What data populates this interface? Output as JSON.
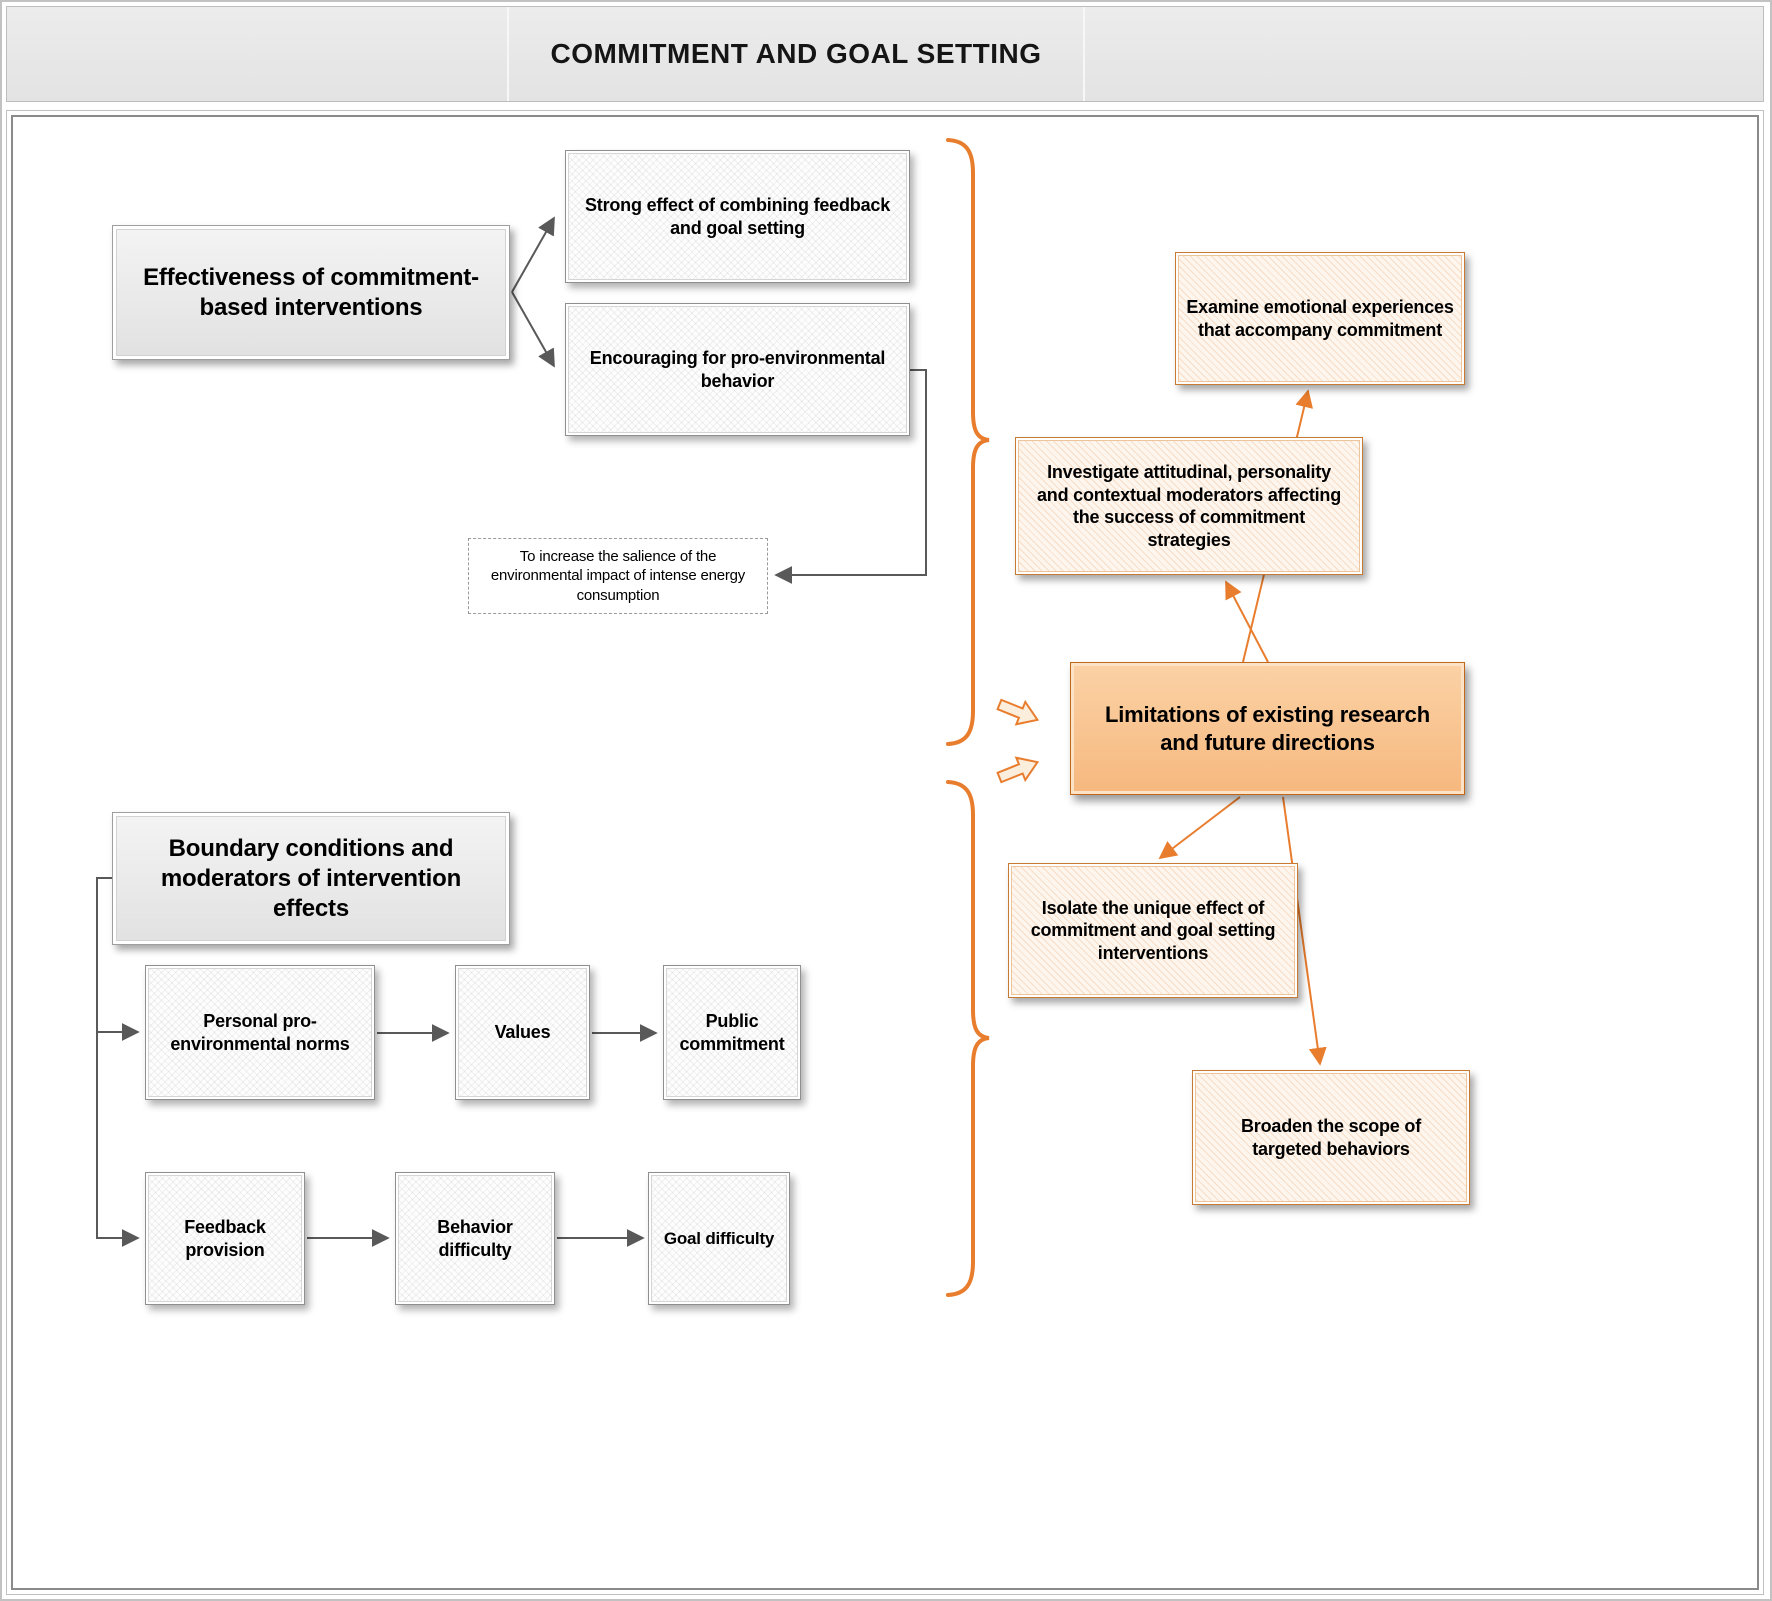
{
  "header": {
    "title": "COMMITMENT AND GOAL SETTING"
  },
  "colors": {
    "accent_orange": "#E87D2E",
    "orange_box_fill": "#F6B87E",
    "connector_gray": "#595959",
    "gray_box_fill": "#E7E7E7"
  },
  "nodes": {
    "effectiveness": {
      "label": "Effectiveness of commitment-\nbased interventions"
    },
    "strong_effect": {
      "label": "Strong effect of combining feedback\nand goal setting"
    },
    "encouraging": {
      "label": "Encouraging for pro-environmental\nbehavior"
    },
    "salience_note": {
      "label": "To increase the salience of the\nenvironmental impact of intense energy\nconsumption"
    },
    "boundary": {
      "label": "Boundary conditions and\nmoderators of intervention\neffects"
    },
    "personal_norms": {
      "label": "Personal pro-\nenvironmental norms"
    },
    "values": {
      "label": "Values"
    },
    "public_commitment": {
      "label": "Public\ncommitment"
    },
    "feedback_provision": {
      "label": "Feedback\nprovision"
    },
    "behavior_difficulty": {
      "label": "Behavior\ndifficulty"
    },
    "goal_difficulty": {
      "label": "Goal difficulty"
    },
    "limitations": {
      "label": "Limitations of existing research\nand future directions"
    },
    "examine": {
      "label": "Examine emotional experiences\nthat accompany commitment"
    },
    "investigate": {
      "label": "Investigate attitudinal, personality\nand contextual moderators affecting\nthe success of commitment\nstrategies"
    },
    "isolate": {
      "label": "Isolate the unique effect of\ncommitment and goal setting\ninterventions"
    },
    "broaden": {
      "label": "Broaden the scope of\ntargeted behaviors"
    }
  }
}
